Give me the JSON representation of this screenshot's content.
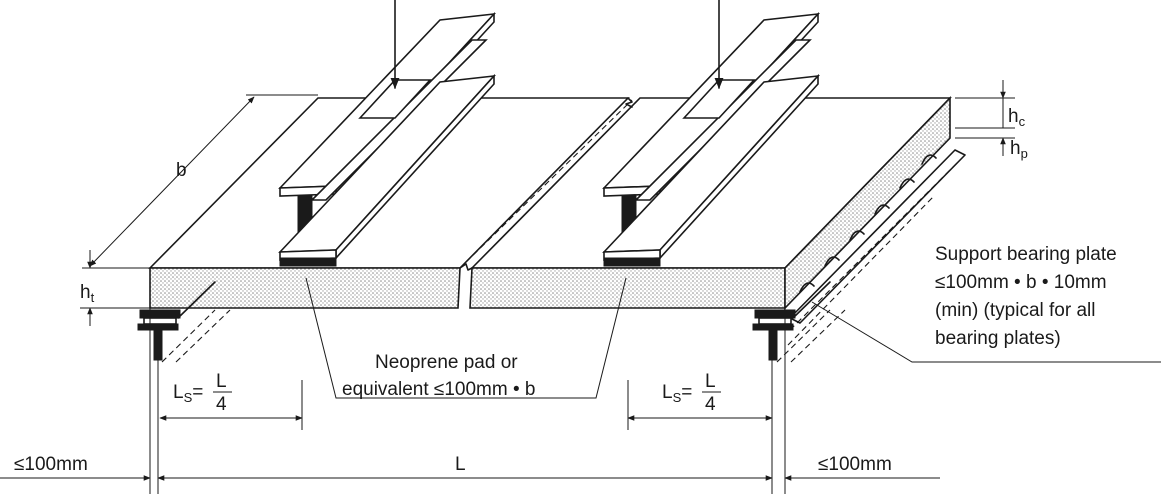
{
  "labels": {
    "b": "b",
    "ht": "h",
    "ht_sub": "t",
    "hc": "h",
    "hc_sub": "c",
    "hp": "h",
    "hp_sub": "p",
    "neoprene_line1": "Neoprene pad or",
    "neoprene_line2": "equivalent ≤100mm • b",
    "bearing_line1": "Support bearing plate",
    "bearing_line2": "≤100mm • b • 10mm",
    "bearing_line3": "(min) (typical for all",
    "bearing_line4": "bearing plates)",
    "ls_left_L": "L",
    "ls_left_sub": "S",
    "ls_left_eq": "=",
    "ls_left_num": "L",
    "ls_left_den": "4",
    "ls_right_L": "L",
    "ls_right_sub": "S",
    "ls_right_eq": "=",
    "ls_right_num": "L",
    "ls_right_den": "4",
    "dim_left": "≤100mm",
    "dim_span": "L",
    "dim_right": "≤100mm"
  },
  "colors": {
    "ink": "#1a1a1a",
    "stipple": "#9a9a9a",
    "background": "#ffffff"
  }
}
